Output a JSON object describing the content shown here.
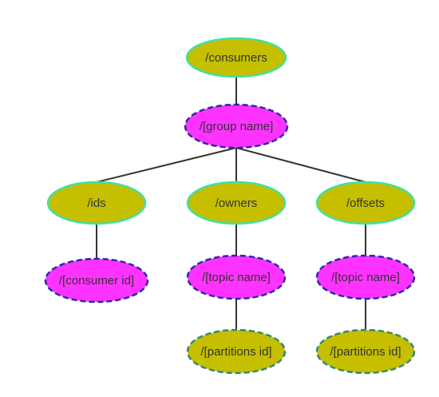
{
  "diagram": {
    "nodes": [
      {
        "id": "consumers",
        "label": "/consumers",
        "style": "solid"
      },
      {
        "id": "group-name",
        "label": "/[group name]",
        "style": "dashed"
      },
      {
        "id": "ids",
        "label": "/ids",
        "style": "solid"
      },
      {
        "id": "owners",
        "label": "/owners",
        "style": "solid"
      },
      {
        "id": "offsets",
        "label": "/offsets",
        "style": "solid"
      },
      {
        "id": "consumer-id",
        "label": "/[consumer id]",
        "style": "dashed"
      },
      {
        "id": "owners-topic-name",
        "label": "/[topic name]",
        "style": "dashed"
      },
      {
        "id": "offsets-topic-name",
        "label": "/[topic name]",
        "style": "dashed"
      },
      {
        "id": "owners-partitions-id",
        "label": "/[partitions id]",
        "style": "dashed-olive"
      },
      {
        "id": "offsets-partitions-id",
        "label": "/[partitions id]",
        "style": "dashed-olive"
      }
    ],
    "edges": [
      {
        "from": "consumers",
        "to": "group-name"
      },
      {
        "from": "group-name",
        "to": "ids"
      },
      {
        "from": "group-name",
        "to": "owners"
      },
      {
        "from": "group-name",
        "to": "offsets"
      },
      {
        "from": "ids",
        "to": "consumer-id"
      },
      {
        "from": "owners",
        "to": "owners-topic-name"
      },
      {
        "from": "offsets",
        "to": "offsets-topic-name"
      },
      {
        "from": "owners-topic-name",
        "to": "owners-partitions-id"
      },
      {
        "from": "offsets-topic-name",
        "to": "offsets-partitions-id"
      }
    ],
    "colors": {
      "solid_fill": "#c5bf00",
      "solid_stroke": "#40e0a0",
      "dashed_fill": "#ff33ff",
      "dashed_stroke": "#2a2aa8",
      "olive_dashed_stroke": "#2e8b77",
      "edge": "#333333"
    }
  }
}
